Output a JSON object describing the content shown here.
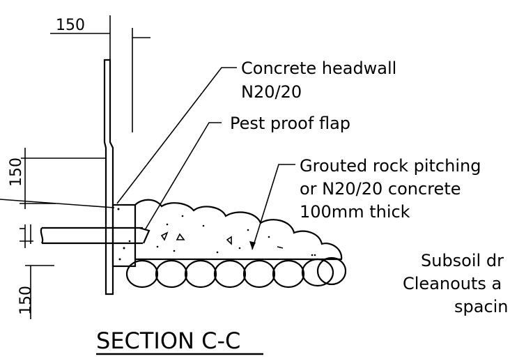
{
  "labels": {
    "headwall_line1": "Concrete headwall",
    "headwall_line2": "N20/20",
    "flap": "Pest proof flap",
    "pitching_line1": "Grouted rock pitching",
    "pitching_line2": "or N20/20 concrete",
    "pitching_line3": "100mm thick",
    "subsoil_line1": "Subsoil dr",
    "subsoil_line2": "Cleanouts a",
    "subsoil_line3": "spacin",
    "section_title": "SECTION C-C"
  },
  "dimensions": {
    "top": "150",
    "left_upper": "150",
    "left_lower": "150"
  }
}
